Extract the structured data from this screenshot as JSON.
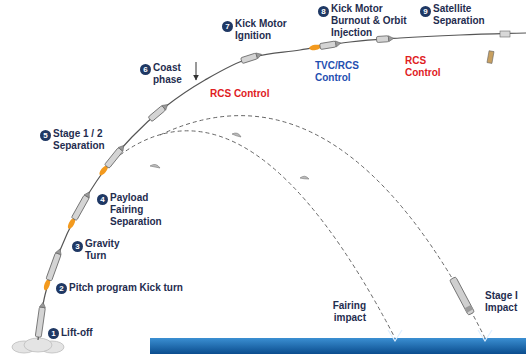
{
  "diagram": {
    "labels": [
      "1",
      "Lift-off",
      "2",
      "Pitch program Kick turn",
      "3",
      "Gravity Turn",
      "4",
      "Payload Fairing Separation",
      "5",
      "Stage 1 / 2 Separation",
      "6",
      "Coast phase",
      "7",
      "Kick Motor Ignition",
      "8",
      "Kick Motor Burnout & Orbit Injection",
      "9",
      "Satellite Separation",
      "RCS Control",
      "TVC/RCS Control",
      "RCS Control",
      "Fairing impact",
      "Stage I Impact"
    ]
  }
}
